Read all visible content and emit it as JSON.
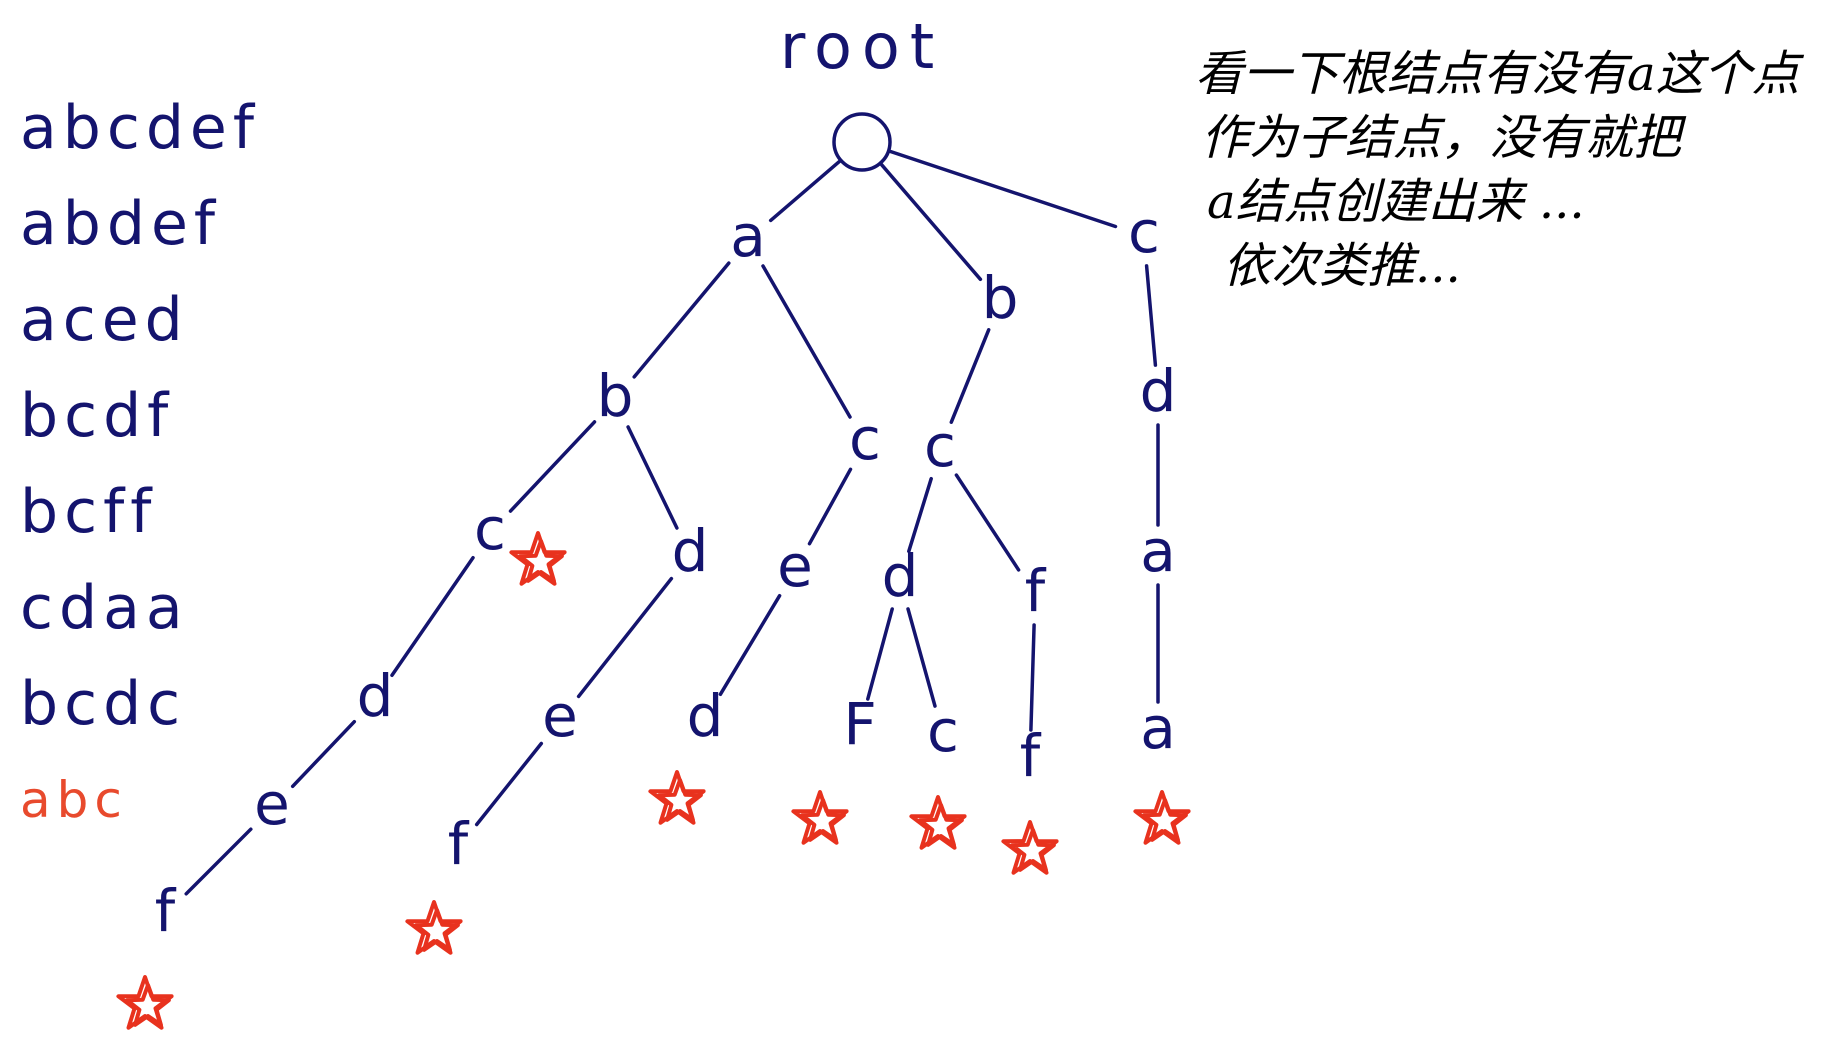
{
  "root_label": "root",
  "words": [
    {
      "text": "abcdef",
      "highlight": false
    },
    {
      "text": "abdef",
      "highlight": false
    },
    {
      "text": "aced",
      "highlight": false
    },
    {
      "text": "bcdf",
      "highlight": false
    },
    {
      "text": "bcff",
      "highlight": false
    },
    {
      "text": "cdaa",
      "highlight": false
    },
    {
      "text": "bcdc",
      "highlight": false
    },
    {
      "text": "abc",
      "highlight": true
    }
  ],
  "note": {
    "line1": "看一下根结点有没有a这个点",
    "line2": "作为子结点，没有就把",
    "line3": "a结点创建出来 ...",
    "line4": "依次类推..."
  },
  "tree": {
    "nodes": [
      {
        "id": "a",
        "label": "a",
        "end": false
      },
      {
        "id": "b",
        "label": "b",
        "end": false
      },
      {
        "id": "c",
        "label": "c",
        "end": false
      },
      {
        "id": "ab",
        "label": "b",
        "end": false
      },
      {
        "id": "ac",
        "label": "c",
        "end": false
      },
      {
        "id": "abc",
        "label": "c",
        "end": true
      },
      {
        "id": "abd",
        "label": "d",
        "end": false
      },
      {
        "id": "abcd",
        "label": "d",
        "end": false
      },
      {
        "id": "abcde",
        "label": "e",
        "end": false
      },
      {
        "id": "abcdef",
        "label": "f",
        "end": true
      },
      {
        "id": "abde",
        "label": "e",
        "end": false
      },
      {
        "id": "abdef",
        "label": "f",
        "end": true
      },
      {
        "id": "ace",
        "label": "e",
        "end": false
      },
      {
        "id": "aced",
        "label": "d",
        "end": true
      },
      {
        "id": "bc",
        "label": "c",
        "end": false
      },
      {
        "id": "bcd",
        "label": "d",
        "end": false
      },
      {
        "id": "bcf",
        "label": "f",
        "end": false
      },
      {
        "id": "bcdf",
        "label": "F",
        "end": true
      },
      {
        "id": "bcdc",
        "label": "c",
        "end": true
      },
      {
        "id": "bcff",
        "label": "f",
        "end": true
      },
      {
        "id": "cd",
        "label": "d",
        "end": false
      },
      {
        "id": "cda",
        "label": "a",
        "end": false
      },
      {
        "id": "cdaa",
        "label": "a",
        "end": true
      }
    ],
    "edges": [
      [
        "root",
        "a"
      ],
      [
        "root",
        "b"
      ],
      [
        "root",
        "c"
      ],
      [
        "a",
        "ab"
      ],
      [
        "a",
        "ac"
      ],
      [
        "ab",
        "abc"
      ],
      [
        "ab",
        "abd"
      ],
      [
        "abc",
        "abcd"
      ],
      [
        "abcd",
        "abcde"
      ],
      [
        "abcde",
        "abcdef"
      ],
      [
        "abd",
        "abde"
      ],
      [
        "abde",
        "abdef"
      ],
      [
        "ac",
        "ace"
      ],
      [
        "ace",
        "aced"
      ],
      [
        "b",
        "bc"
      ],
      [
        "bc",
        "bcd"
      ],
      [
        "bc",
        "bcf"
      ],
      [
        "bcd",
        "bcdf"
      ],
      [
        "bcd",
        "bcdc"
      ],
      [
        "bcf",
        "bcff"
      ],
      [
        "c",
        "cd"
      ],
      [
        "cd",
        "cda"
      ],
      [
        "cda",
        "cdaa"
      ]
    ]
  },
  "colors": {
    "ink": "#14146e",
    "star": "#e8321e",
    "highlight_word": "#e84a2d",
    "note_ink": "#000000"
  }
}
